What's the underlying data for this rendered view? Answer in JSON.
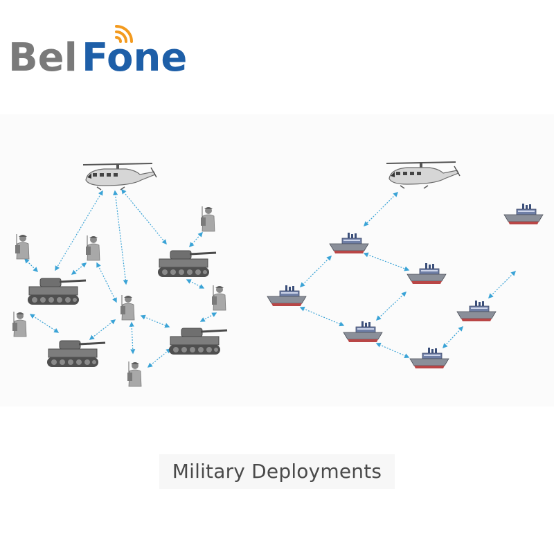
{
  "logo": {
    "text": "BelFone",
    "colors": {
      "gray": "#7a7a7a",
      "blue": "#1e5fa8",
      "signal": "#f39a1e"
    }
  },
  "caption": "Military Deployments",
  "diagram": {
    "link_color": "#3aa3d6",
    "land_network": {
      "helicopter": [
        "helicopter"
      ],
      "tanks": [
        "tank-1",
        "tank-2",
        "tank-3",
        "tank-4"
      ],
      "soldiers": [
        "soldier-1",
        "soldier-2",
        "soldier-3",
        "soldier-4",
        "soldier-5",
        "soldier-6",
        "soldier-7"
      ]
    },
    "sea_network": {
      "helicopter": [
        "helicopter"
      ],
      "ships": [
        "ship-1",
        "ship-2",
        "ship-3",
        "ship-4",
        "ship-5",
        "ship-6",
        "ship-7"
      ]
    }
  }
}
